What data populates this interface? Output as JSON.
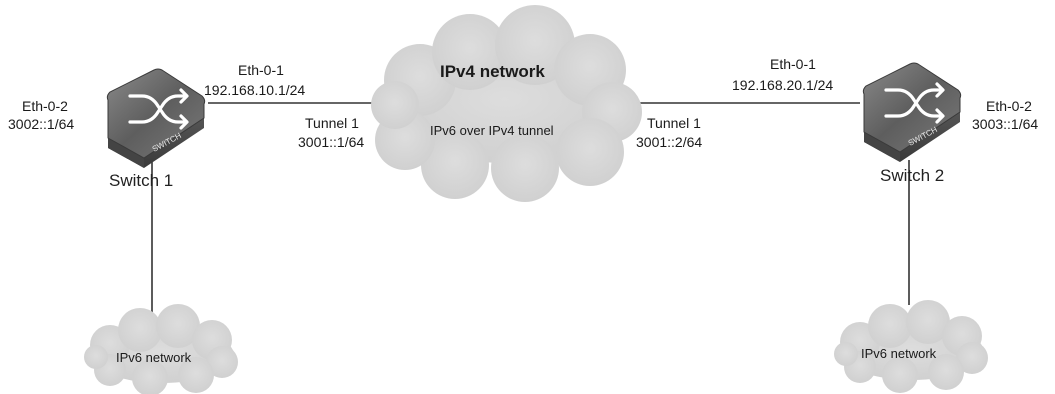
{
  "core_cloud": {
    "title": "IPv4 network",
    "subtitle": "IPv6 over IPv4 tunnel"
  },
  "switch1": {
    "name": "Switch 1",
    "badge": "SWITCH",
    "eth1_name": "Eth-0-1",
    "eth1_ip": "192.168.10.1/24",
    "eth2_name": "Eth-0-2",
    "eth2_ip": "3002::1/64",
    "tunnel_name": "Tunnel 1",
    "tunnel_ip": "3001::1/64",
    "ipv6_cloud": "IPv6 network"
  },
  "switch2": {
    "name": "Switch 2",
    "badge": "SWITCH",
    "eth1_name": "Eth-0-1",
    "eth1_ip": "192.168.20.1/24",
    "eth2_name": "Eth-0-2",
    "eth2_ip": "3003::1/64",
    "tunnel_name": "Tunnel 1",
    "tunnel_ip": "3001::2/64",
    "ipv6_cloud": "IPv6 network"
  },
  "colors": {
    "cloud_fill": "#d4d4d4",
    "line": "#333333",
    "switch_top": "#6f6f6f",
    "switch_side": "#4a4a4a"
  }
}
